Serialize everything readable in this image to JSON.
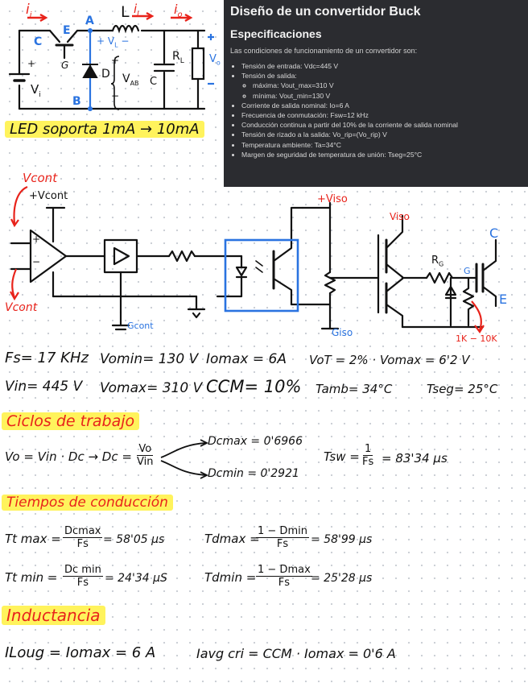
{
  "buck_circuit": {
    "labels": {
      "current_in": "i",
      "current_in_sub": "i",
      "inductor": "L",
      "current_l": "i",
      "current_l_sub": "L",
      "current_o": "i",
      "current_o_sub": "o",
      "node_a": "A",
      "node_b": "B",
      "node_c": "C",
      "node_e": "E",
      "node_g": "G",
      "vl": "+ V",
      "vl_sub": "L",
      "vl_minus": "−",
      "diode": "D",
      "vab": "V",
      "vab_sub": "AB",
      "cap": "C",
      "load": "R",
      "load_sub": "L",
      "vo": "V",
      "vo_sub": "o",
      "vi": "V",
      "vi_sub": "i",
      "plus": "+",
      "minus": "−"
    },
    "led_note": "LED soporta  1mA → 10mA"
  },
  "spec_panel": {
    "title": "Diseño de un convertidor Buck",
    "subtitle": "Especificaciones",
    "intro": "Las condiciones de funcionamiento de un convertidor son:",
    "items": [
      "Tensión de entrada: Vdc=445 V",
      "Tensión de salida:",
      "Corriente de salida nominal: Io=6 A",
      "Frecuencia de conmutación: Fsw=12 kHz",
      "Conducción continua a partir del 10% de la corriente de salida nominal",
      "Tensión de rizado a la salida: Vo_rip=(Vo_rip) V",
      "Temperatura ambiente: Ta=34°C",
      "Margen de seguridad de temperatura de unión: Tseg=25°C"
    ],
    "subitems": [
      "máxima: Vout_max=310 V",
      "mínima: Vout_min=130 V"
    ]
  },
  "driver_circuit": {
    "vcont_red": "Vcont",
    "vcont_plus": "+Vcont",
    "vcont_minus": "Vcont",
    "gcont": "Gcont",
    "viso_plus": "+Viso",
    "viso_right": "Viso",
    "giso": "Giso",
    "rg": "R",
    "rg_sub": "G",
    "g": "G",
    "c": "C",
    "e": "E",
    "range": "1K − 10K",
    "plus": "+",
    "minus": "−"
  },
  "params": {
    "row1": [
      "Fs= 17 KHz",
      "Vomin= 130 V",
      "Iomax = 6A",
      "VoT = 2% · Vomax = 6'2 V"
    ],
    "row2": [
      "Vin= 445 V",
      "Vomax= 310 V",
      "CCM= 10%",
      "Tamb= 34°C",
      "Tseg= 25°C"
    ]
  },
  "ciclos": {
    "title": "Ciclos de trabajo",
    "eq_left": "Vo = Vin · Dc  →  Dc =",
    "frac_n": "Vo",
    "frac_d": "Vin",
    "dcmax": "Dcmax = 0'6966",
    "dcmin": "Dcmin = 0'2921",
    "tsw_left": "Tsw =",
    "tsw_n": "1",
    "tsw_d": "Fs",
    "tsw_right": "= 83'34 μs"
  },
  "tiempos": {
    "title": "Tiempos de conducción",
    "ttmax_left": "Tt max =",
    "ttmax_n": "Dcmax",
    "ttmax_d": "Fs",
    "ttmax_right": "= 58'05 μs",
    "tdmax_left": "Tdmax =",
    "tdmax_n": "1 − Dmin",
    "tdmax_d": "Fs",
    "tdmax_right": "= 58'99 μs",
    "ttmin_left": "Tt min =",
    "ttmin_n": "Dc min",
    "ttmin_d": "Fs",
    "ttmin_right": "= 24'34 μS",
    "tdmin_left": "Tdmin =",
    "tdmin_n": "1 − Dmax",
    "tdmin_d": "Fs",
    "tdmin_right": "= 25'28 μs"
  },
  "inductancia": {
    "title": "Inductancia",
    "iloug": "ILoug = Iomax = 6 A",
    "iavg": "Iavg cri = CCM · Iomax = 0'6 A"
  }
}
